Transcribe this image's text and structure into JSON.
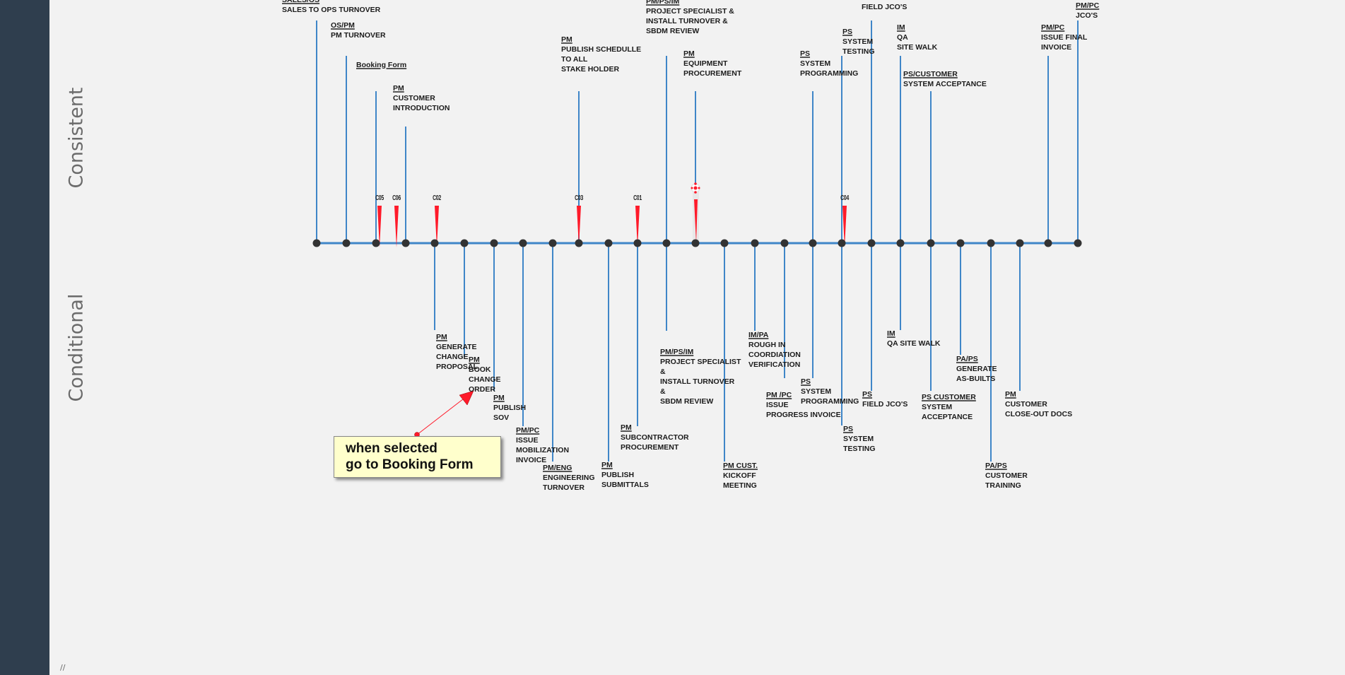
{
  "sidebar": {
    "section_top": "Consistent",
    "section_bottom": "Conditional"
  },
  "colors": {
    "stem": "#3f86c8",
    "node": "#333333",
    "change_order": "#ff1a2a",
    "callout_bg": "#ffffcc",
    "sidebar": "#2f3e4e"
  },
  "consistent_steps": [
    {
      "role": "SALES/OS",
      "lines": [
        "SALES TO OPS TURNOVER"
      ]
    },
    {
      "role": "OS/PM",
      "lines": [
        "PM TURNOVER"
      ]
    },
    {
      "role": "Booking Form",
      "lines": []
    },
    {
      "role": "PM",
      "lines": [
        "CUSTOMER",
        "INTRODUCTION"
      ]
    },
    {
      "role": "PM",
      "lines": [
        "PUBLISH SCHEDULLE",
        "TO ALL",
        "STAKE HOLDER"
      ]
    },
    {
      "role": "PM/PS/IM",
      "lines": [
        "PROJECT SPECIALIST &",
        "INSTALL TURNOVER &",
        "SBDM REVIEW"
      ]
    },
    {
      "role": "PM",
      "lines": [
        "EQUIPMENT",
        "PROCUREMENT"
      ]
    },
    {
      "role": "PS",
      "lines": [
        "SYSTEM",
        "PROGRAMMING"
      ]
    },
    {
      "role": "PS",
      "lines": [
        "SYSTEM",
        "TESTING"
      ]
    },
    {
      "role": "",
      "lines": [
        "FIELD JCO'S"
      ]
    },
    {
      "role": "IM",
      "lines": [
        "QA",
        "SITE WALK"
      ]
    },
    {
      "role": "PS/CUSTOMER",
      "lines": [
        "SYSTEM ACCEPTANCE"
      ]
    },
    {
      "role": "PM/PC",
      "lines": [
        "ISSUE FINAL",
        "INVOICE"
      ]
    },
    {
      "role": "PM/PC",
      "lines": [
        "JCO'S"
      ]
    }
  ],
  "conditional_steps": [
    {
      "role": "PM",
      "lines": [
        "GENERATE",
        "CHANGE",
        "PROPOSAL"
      ]
    },
    {
      "role": "PM",
      "lines": [
        "BOOK",
        "CHANGE",
        "ORDER"
      ]
    },
    {
      "role": "PM",
      "lines": [
        "PUBLISH",
        "SOV"
      ]
    },
    {
      "role": "PM/PC",
      "lines": [
        "ISSUE",
        "MOBILIZATION",
        "INVOICE"
      ]
    },
    {
      "role": "PM/ENG",
      "lines": [
        "ENGINEERING",
        "TURNOVER"
      ]
    },
    {
      "role": "PM",
      "lines": [
        "PUBLISH",
        "SUBMITTALS"
      ]
    },
    {
      "role": "PM",
      "lines": [
        "SUBCONTRACTOR",
        "PROCUREMENT"
      ]
    },
    {
      "role": "PM/PS/IM",
      "lines": [
        "PROJECT SPECIALIST",
        "&",
        "INSTALL TURNOVER",
        "&",
        "SBDM REVIEW"
      ]
    },
    {
      "role": "PM CUST.",
      "lines": [
        "KICKOFF",
        "MEETING"
      ]
    },
    {
      "role": "IM/PA",
      "lines": [
        "ROUGH IN",
        "COORDIATION",
        "VERIFICATION"
      ]
    },
    {
      "role": "PM /PC",
      "lines": [
        "ISSUE",
        "PROGRESS INVOICE"
      ]
    },
    {
      "role": "PS",
      "lines": [
        "SYSTEM",
        "PROGRAMMING"
      ]
    },
    {
      "role": "PS",
      "lines": [
        "SYSTEM",
        "TESTING"
      ]
    },
    {
      "role": "PS",
      "lines": [
        "FIELD JCO'S"
      ]
    },
    {
      "role": "IM",
      "lines": [
        "QA SITE WALK"
      ]
    },
    {
      "role": "PS CUSTOMER",
      "lines": [
        "SYSTEM",
        "ACCEPTANCE"
      ]
    },
    {
      "role": "PA/PS",
      "lines": [
        "GENERATE",
        "AS-BUILTS"
      ]
    },
    {
      "role": "PA/PS",
      "lines": [
        "CUSTOMER",
        "TRAINING"
      ]
    },
    {
      "role": "PM",
      "lines": [
        "CUSTOMER",
        "CLOSE-OUT DOCS"
      ]
    }
  ],
  "change_orders": [
    "C05",
    "C06",
    "C02",
    "C03",
    "C01",
    "C04"
  ],
  "callout": {
    "line1": "when selected",
    "line2": "go to Booking Form"
  },
  "footer_mark": "//"
}
